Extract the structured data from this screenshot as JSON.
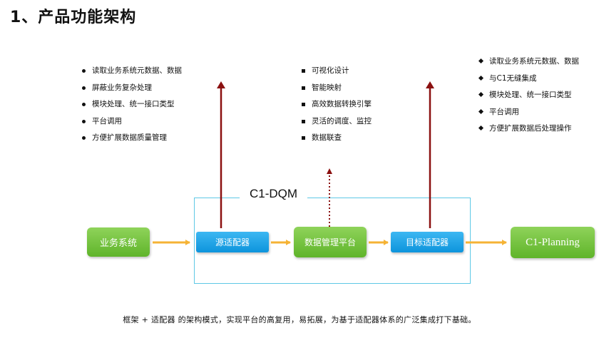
{
  "title": "1、产品功能架构",
  "left_list": [
    "读取业务系统元数据、数据",
    "屏蔽业务复杂处理",
    "模块处理、统一接口类型",
    "平台调用",
    "方便扩展数据质量管理"
  ],
  "middle_list": [
    "可视化设计",
    "智能映射",
    "高效数据转换引擎",
    "灵活的调度、监控",
    "数据联查"
  ],
  "right_list": [
    "读取业务系统元数据、数据",
    "与C1无缝集成",
    "模块处理、统一接口类型",
    "平台调用",
    "方便扩展数据后处理操作"
  ],
  "frame_label": "C1-DQM",
  "nodes": {
    "business": "业务系统",
    "source_adapter": "源适配器",
    "data_platform": "数据管理平台",
    "target_adapter": "目标适配器",
    "planning": "C1-Planning"
  },
  "caption": "框架 + 适配器 的架构模式，实现平台的高复用，易拓展，为基于适配器体系的广泛集成打下基础。",
  "colors": {
    "green": "#6cbf35",
    "blue": "#1aa3e8",
    "dark_red": "#8b1010",
    "orange": "#f5b335",
    "frame": "#5ec8e6"
  }
}
